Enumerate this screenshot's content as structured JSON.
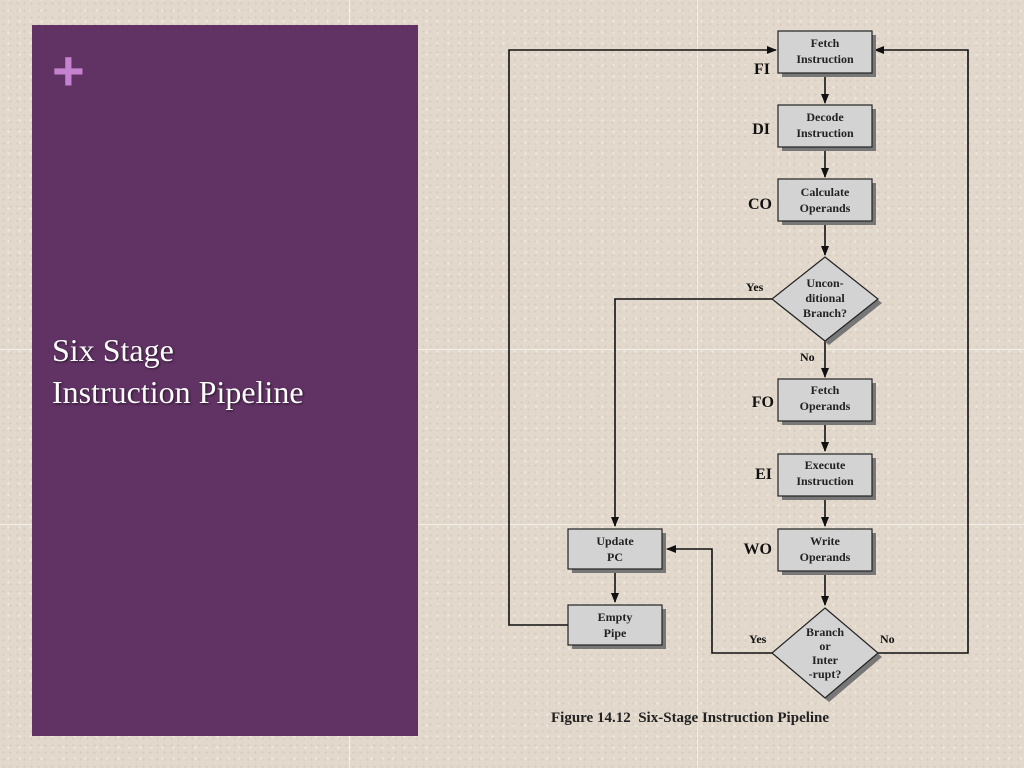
{
  "slide": {
    "marker": "+",
    "title_line1": "Six Stage",
    "title_line2": "Instruction Pipeline"
  },
  "figure": {
    "caption": "Figure 14.12  Six-Stage Instruction Pipeline",
    "stages": [
      {
        "code": "FI",
        "line1": "Fetch",
        "line2": "Instruction"
      },
      {
        "code": "DI",
        "line1": "Decode",
        "line2": "Instruction"
      },
      {
        "code": "CO",
        "line1": "Calculate",
        "line2": "Operands"
      },
      {
        "code": "FO",
        "line1": "Fetch",
        "line2": "Operands"
      },
      {
        "code": "EI",
        "line1": "Execute",
        "line2": "Instruction"
      },
      {
        "code": "WO",
        "line1": "Write",
        "line2": "Operands"
      }
    ],
    "side_boxes": [
      {
        "line1": "Update",
        "line2": "PC"
      },
      {
        "line1": "Empty",
        "line2": "Pipe"
      }
    ],
    "decision_branch": {
      "lines": [
        "Uncon-",
        "ditional",
        "Branch?"
      ],
      "yes": "Yes",
      "no": "No"
    },
    "decision_interrupt": {
      "lines": [
        "Branch",
        "or",
        "Inter",
        "-rupt?"
      ],
      "yes": "Yes",
      "no": "No"
    }
  }
}
